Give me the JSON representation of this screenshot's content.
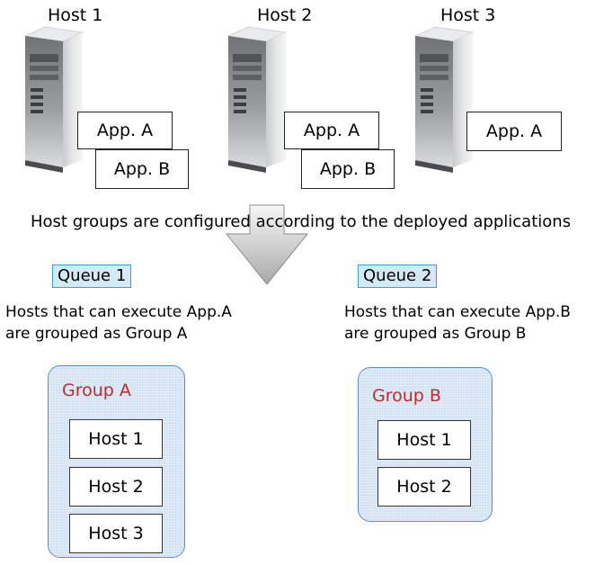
{
  "hosts": [
    {
      "label": "Host 1",
      "apps": [
        "App. A",
        "App. B"
      ]
    },
    {
      "label": "Host 2",
      "apps": [
        "App. A",
        "App. B"
      ]
    },
    {
      "label": "Host 3",
      "apps": [
        "App. A"
      ]
    }
  ],
  "caption": "Host groups are configured according to the deployed applications",
  "queues": [
    {
      "tag": "Queue 1",
      "description_line1": "Hosts that can execute App.A",
      "description_line2": "are grouped as Group A",
      "group_title": "Group A",
      "members": [
        "Host 1",
        "Host 2",
        "Host 3"
      ]
    },
    {
      "tag": "Queue 2",
      "description_line1": "Hosts that can execute App.B",
      "description_line2": "are grouped as Group B",
      "group_title": "Group B",
      "members": [
        "Host 1",
        "Host 2"
      ]
    }
  ],
  "colors": {
    "queue_tag_fill": "#d3e9f5",
    "queue_tag_border": "#3f9fd1",
    "group_fill": "#cfe0f1",
    "group_border": "#5a8fc8",
    "group_title": "#c22a2a"
  }
}
